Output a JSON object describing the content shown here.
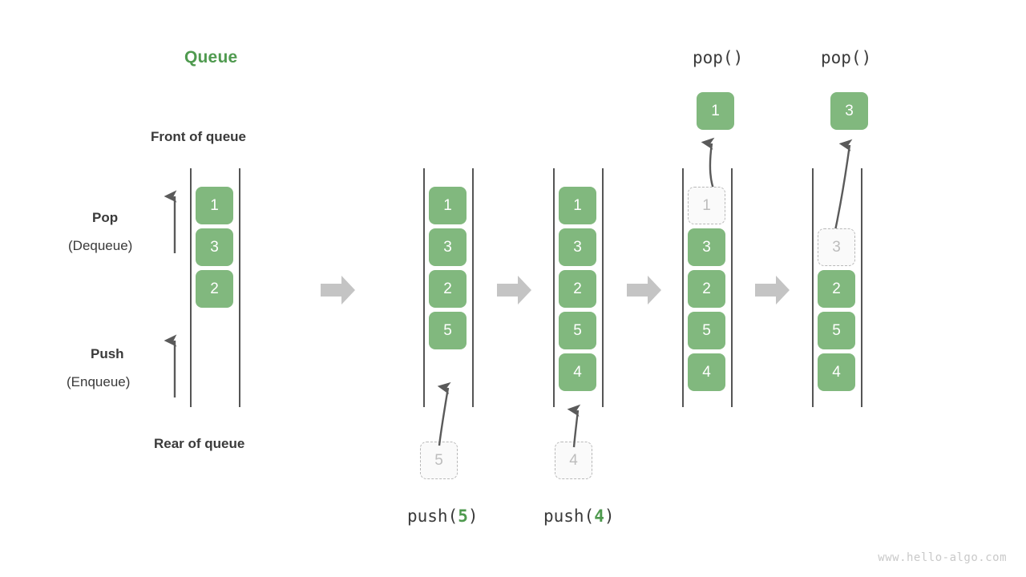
{
  "meta": {
    "title": "Queue",
    "watermark": "www.hello-algo.com",
    "colors": {
      "element_green": "#81b87e",
      "title_green": "#4f9a4f",
      "ghost_fill": "#fafafa",
      "ghost_border": "#b9b9b9",
      "ghost_text": "#bdbdbd",
      "rail": "#555555",
      "step_arrow": "#c4c4c4",
      "thin_arrow": "#5a5a5a",
      "text": "#3a3a3a",
      "watermark": "#c9c9c9"
    }
  },
  "legend": {
    "front_label": "Front of queue",
    "rear_label": "Rear of queue",
    "pop_label": "Pop",
    "pop_sub": "(Dequeue)",
    "push_label": "Push",
    "push_sub": "(Enqueue)"
  },
  "columns": [
    {
      "id": "initial",
      "caption": "",
      "caption_prefix": "",
      "caption_arg": "",
      "caption_suffix": "",
      "top_label": "",
      "elements": [
        "1",
        "3",
        "2"
      ],
      "ghost_index": -1,
      "incoming": "",
      "outgoing": ""
    },
    {
      "id": "push5",
      "caption_prefix": "push(",
      "caption_arg": "5",
      "caption_suffix": ")",
      "top_label": "",
      "elements": [
        "1",
        "3",
        "2",
        "5"
      ],
      "ghost_index": -1,
      "incoming": "5",
      "outgoing": ""
    },
    {
      "id": "push4",
      "caption_prefix": "push(",
      "caption_arg": "4",
      "caption_suffix": ")",
      "top_label": "",
      "elements": [
        "1",
        "3",
        "2",
        "5",
        "4"
      ],
      "ghost_index": -1,
      "incoming": "4",
      "outgoing": ""
    },
    {
      "id": "pop1",
      "caption_prefix": "",
      "caption_arg": "",
      "caption_suffix": "",
      "top_label": "pop()",
      "elements": [
        "1",
        "3",
        "2",
        "5",
        "4"
      ],
      "ghost_index": 0,
      "incoming": "",
      "outgoing": "1"
    },
    {
      "id": "pop3",
      "caption_prefix": "",
      "caption_arg": "",
      "caption_suffix": "",
      "top_label": "pop()",
      "elements": [
        "3",
        "2",
        "5",
        "4"
      ],
      "ghost_index": 0,
      "incoming": "",
      "outgoing": "3"
    }
  ],
  "icons": {
    "step_arrow": "arrow-right-block",
    "pop_direction": "arrow-up",
    "push_direction": "arrow-up"
  }
}
